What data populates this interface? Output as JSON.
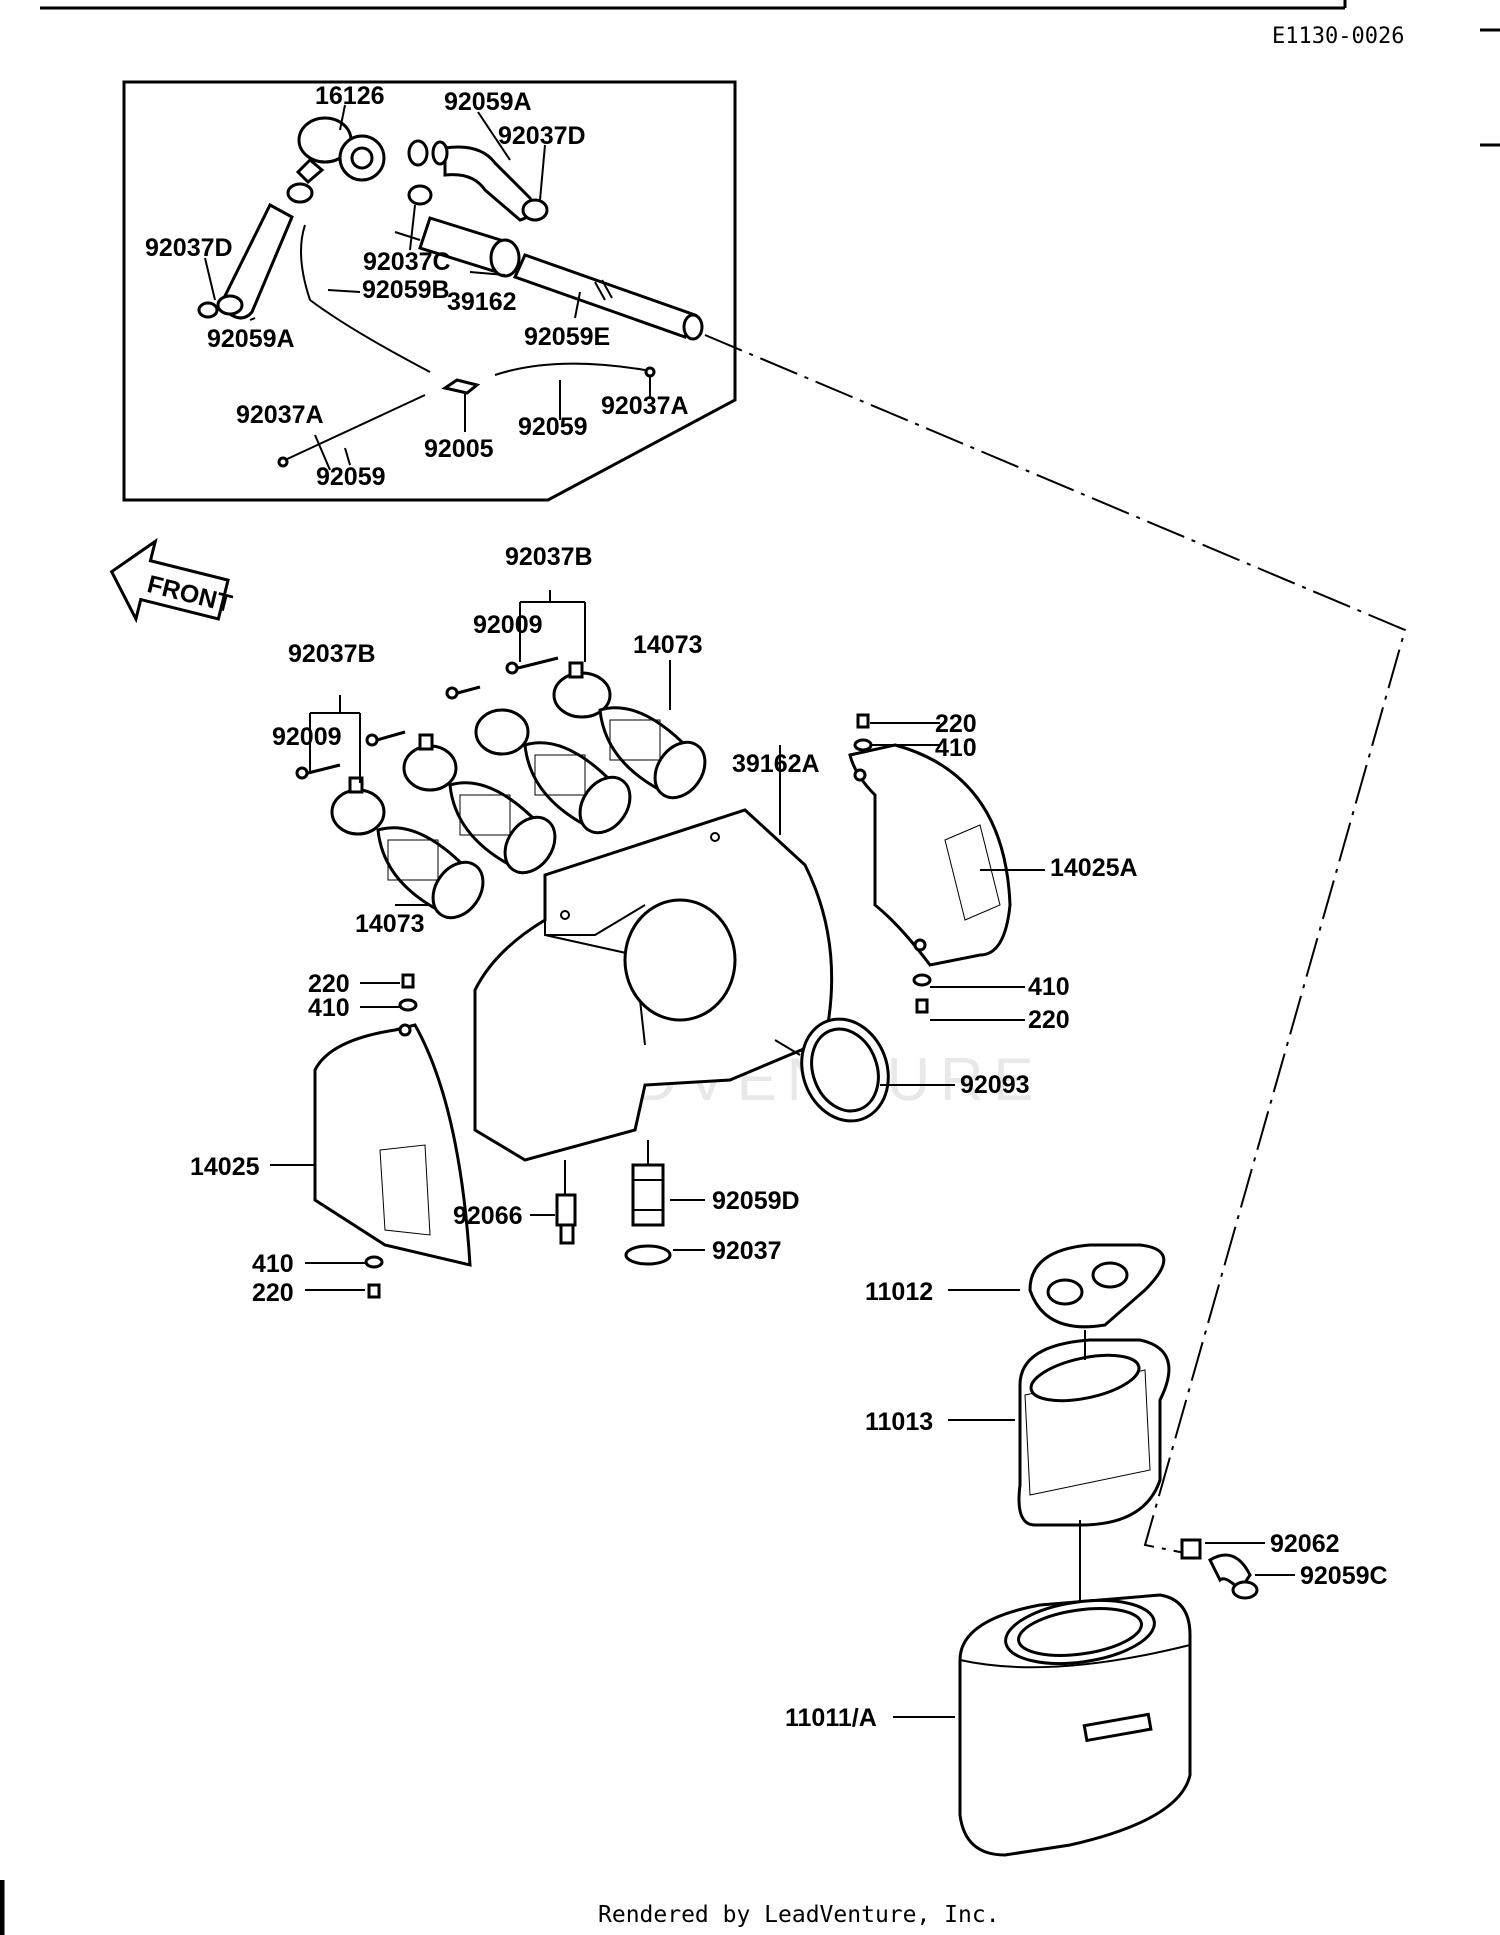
{
  "diagram_code": "E1130-0026",
  "front_label": "FRONT",
  "watermark": "LEADVENTURE",
  "footer": "Rendered by LeadVenture, Inc.",
  "labels": {
    "p16126": "16126",
    "p92059A_top": "92059A",
    "p92037D_right": "92037D",
    "p92037D_left": "92037D",
    "p92037C": "92037C",
    "p92059B": "92059B",
    "p39162": "39162",
    "p92059A_left": "92059A",
    "p92059E": "92059E",
    "p92037A_left": "92037A",
    "p92059_mid": "92059",
    "p92037A_right": "92037A",
    "p92005": "92005",
    "p92059_low": "92059",
    "p92037B_top": "92037B",
    "p92009_top": "92009",
    "p14073_top": "14073",
    "p92037B_left": "92037B",
    "p92009_left": "92009",
    "p14073_low": "14073",
    "p39162A": "39162A",
    "p220_tr": "220",
    "p410_tr": "410",
    "p14025A": "14025A",
    "p410_br": "410",
    "p220_br": "220",
    "p220_l": "220",
    "p410_l": "410",
    "p92093": "92093",
    "p14025": "14025",
    "p92066": "92066",
    "p92059D": "92059D",
    "p92037": "92037",
    "p410_lb": "410",
    "p220_lb": "220",
    "p11012": "11012",
    "p11013": "11013",
    "p92062": "92062",
    "p92059C": "92059C",
    "p11011A": "11011/A"
  }
}
